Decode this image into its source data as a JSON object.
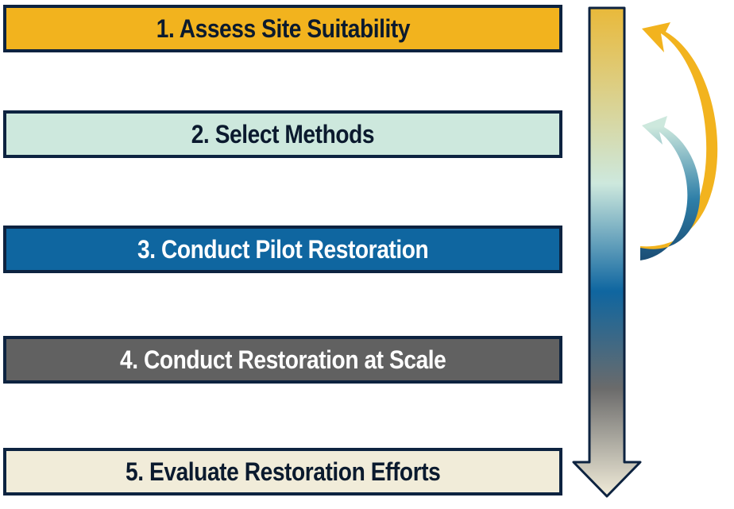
{
  "steps": [
    {
      "label": "1. Assess Site Suitability",
      "fill": "#f2b31e",
      "text_color": "#0b1a2e"
    },
    {
      "label": "2. Select Methods",
      "fill": "#cde8dd",
      "text_color": "#0b1a2e"
    },
    {
      "label": "3. Conduct Pilot Restoration",
      "fill": "#0f66a0",
      "text_color": "#ffffff"
    },
    {
      "label": "4. Conduct Restoration at Scale",
      "fill": "#616161",
      "text_color": "#ffffff"
    },
    {
      "label": "5. Evaluate Restoration Efforts",
      "fill": "#f1ecd9",
      "text_color": "#0b1a2e"
    }
  ],
  "colors": {
    "border": "#0d2340",
    "gold": "#f2b31e",
    "mint": "#cde8dd",
    "blue": "#0f66a0",
    "gray": "#616161",
    "cream": "#f1ecd9"
  }
}
